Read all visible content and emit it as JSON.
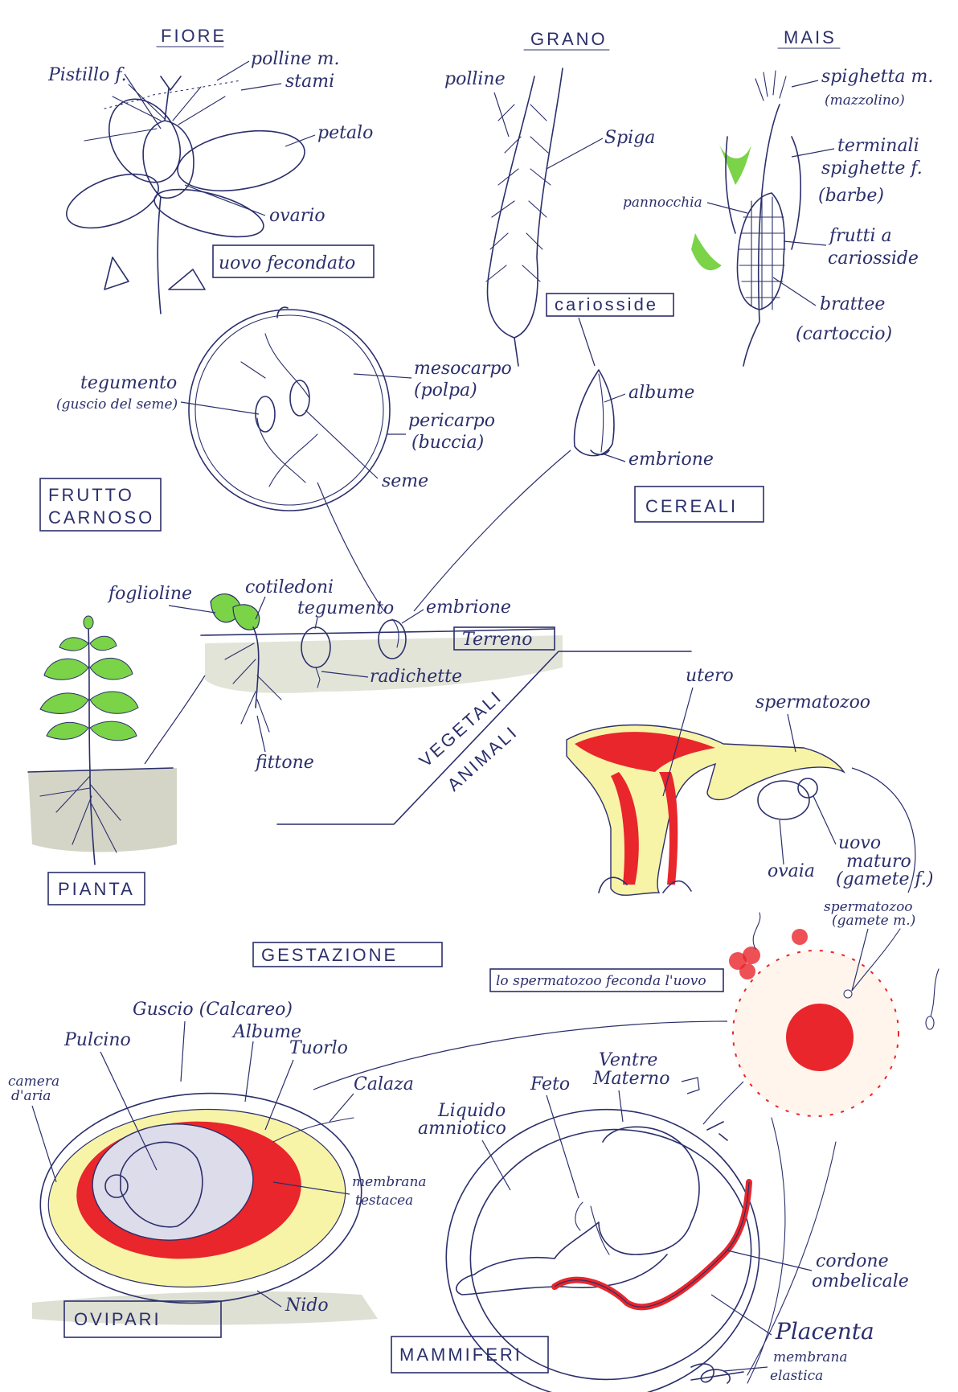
{
  "titles": {
    "fiore": "FIORE",
    "grano": "GRANO",
    "mais": "MAIS"
  },
  "flower": {
    "pistillo": "Pistillo f.",
    "polline": "polline m.",
    "stami": "stami",
    "petalo": "petalo",
    "ovario": "ovario",
    "uovo_fecondato": "uovo fecondato"
  },
  "fruit": {
    "tegumento": "tegumento",
    "guscio": "(guscio del seme)",
    "mesocarpo": "mesocarpo",
    "polpa": "(polpa)",
    "pericarpo": "pericarpo",
    "buccia": "(buccia)",
    "seme": "seme",
    "frutto_1": "FRUTTO",
    "frutto_2": "CARNOSO"
  },
  "wheat": {
    "polline": "polline",
    "spiga": "Spiga",
    "cariosside": "cariosside",
    "albume": "albume",
    "embrione": "embrione",
    "cereali": "CEREALI"
  },
  "corn": {
    "spighetta_m": "spighetta m.",
    "mazzolino": "(mazzolino)",
    "terminali": "terminali",
    "spighette_f": "spighette f.",
    "barbe": "(barbe)",
    "pannocchia": "pannocchia",
    "frutti_1": "frutti a",
    "frutti_2": "cariosside",
    "brattee": "brattee",
    "cartoccio": "(cartoccio)"
  },
  "germination": {
    "foglioline": "foglioline",
    "cotiledoni": "cotiledoni",
    "tegumento": "tegumento",
    "embrione": "embrione",
    "terreno": "Terreno",
    "radichette": "radichette",
    "fittone": "fittone",
    "pianta": "PIANTA"
  },
  "divider": {
    "vegetali": "VEGETALI",
    "animali": "ANIMALI"
  },
  "uterus": {
    "utero": "utero",
    "spermatozoo": "spermatozoo",
    "uovo": "uovo",
    "maturo": "maturo",
    "ovaia": "ovaia",
    "gamete_f": "(gamete f.)"
  },
  "fertilization": {
    "spermatozoo": "spermatozoo",
    "gamete_m": "(gamete m.)",
    "caption": "lo spermatozoo feconda l'uovo",
    "gestazione": "GESTAZIONE"
  },
  "egg": {
    "guscio": "Guscio (Calcareo)",
    "albume": "Albume",
    "pulcino": "Pulcino",
    "tuorlo": "Tuorlo",
    "camera_1": "camera",
    "camera_2": "d'aria",
    "calaza": "Calaza",
    "membrana_1": "membrana",
    "membrana_2": "testacea",
    "nido": "Nido",
    "ovipari": "OVIPARI"
  },
  "mammal": {
    "feto": "Feto",
    "ventre_1": "Ventre",
    "ventre_2": "Materno",
    "liquido_1": "Liquido",
    "liquido_2": "amniotico",
    "cordone_1": "cordone",
    "cordone_2": "ombelicale",
    "placenta": "Placenta",
    "membrana_1": "membrana",
    "membrana_2": "elastica",
    "mammiferi": "MAMMIFERI"
  },
  "colors": {
    "ink": "#2b2f6b",
    "red": "#e8262b",
    "yellow": "#f4f07a",
    "green": "#7bd348",
    "corn": "#eeea5a",
    "soil": "#c9cbb8"
  }
}
